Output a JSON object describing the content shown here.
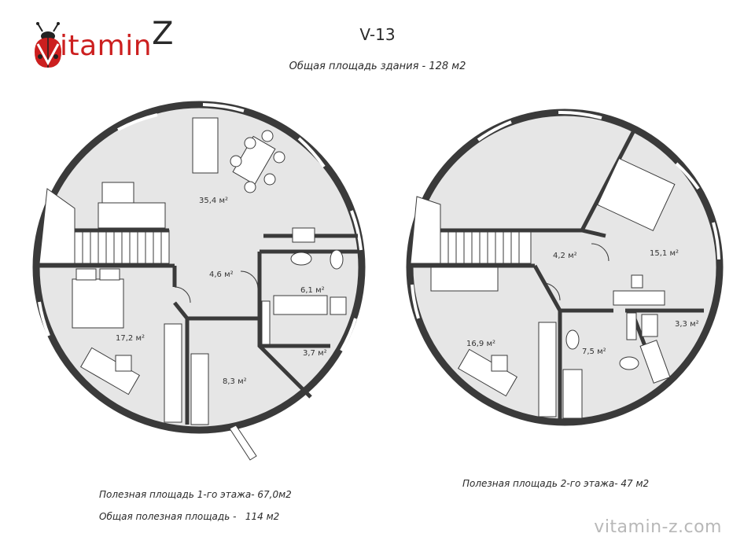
{
  "brand": {
    "name_main": "itamin",
    "name_z": "Z",
    "logo_name": "VitaminZ",
    "accent_color": "#cc1f1f"
  },
  "header": {
    "title": "V-13",
    "subtitle": "Общая площадь здания - 128 м2"
  },
  "floor1": {
    "caption_area": "Полезная площадь 1-го этажа- 67,0м2",
    "caption_total": "Общая полезная площадь -   114 м2",
    "rooms": [
      {
        "id": "living",
        "label": "35,4 м²"
      },
      {
        "id": "bedroom",
        "label": "17,2 м²"
      },
      {
        "id": "hall",
        "label": "4,6 м²"
      },
      {
        "id": "bath",
        "label": "6,1 м²"
      },
      {
        "id": "entry",
        "label": "8,3 м²"
      },
      {
        "id": "storage",
        "label": "3,7 м²"
      }
    ]
  },
  "floor2": {
    "caption_area": "Полезная площадь 2-го этажа- 47 м2",
    "rooms": [
      {
        "id": "hall2",
        "label": "4,2 м²"
      },
      {
        "id": "bedroom2",
        "label": "15,1 м²"
      },
      {
        "id": "bedroom3",
        "label": "16,9 м²"
      },
      {
        "id": "bath2",
        "label": "7,5 м²"
      },
      {
        "id": "wc2",
        "label": "3,3 м²"
      }
    ]
  },
  "footer": {
    "website": "vitamin-z.com"
  },
  "colors": {
    "wall": "#3a3a3a",
    "floor_fill": "#e6e6e6",
    "window": "#ffffff"
  }
}
